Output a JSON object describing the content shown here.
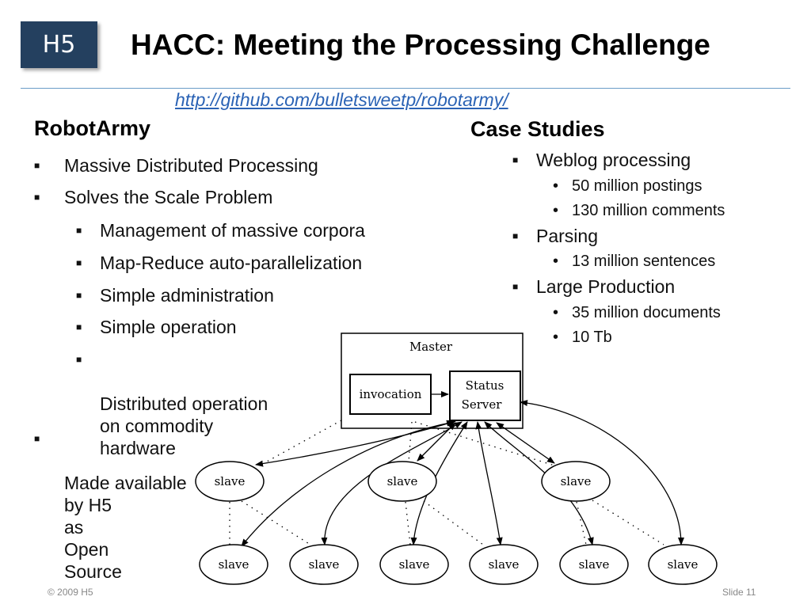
{
  "logo": {
    "text": "H5"
  },
  "title": "HACC: Meeting the Processing Challenge",
  "link": "http://github.com/bulletsweetp/robotarmy/",
  "left": {
    "heading": "RobotArmy",
    "items": [
      "Massive Distributed Processing",
      "Solves the Scale Problem",
      "Made available\nby H5\nas\nOpen\nSource"
    ],
    "subitems": [
      "Management of massive corpora",
      "Map-Reduce auto-parallelization",
      "Simple administration",
      "Simple operation",
      "Distributed operation\non commodity\nhardware"
    ]
  },
  "right": {
    "heading": "Case Studies",
    "cases": [
      {
        "label": "Weblog processing",
        "details": [
          "50 million postings",
          "130 million comments"
        ]
      },
      {
        "label": "Parsing",
        "details": [
          "13 million sentences"
        ]
      },
      {
        "label": "Large Production",
        "details": [
          "35 million documents",
          "10 Tb"
        ]
      }
    ]
  },
  "diagram": {
    "master": "Master",
    "invocation": "invocation",
    "status_line1": "Status",
    "status_line2": "Server",
    "node": "slave"
  },
  "footer": {
    "copyright": "© 2009 H5",
    "slide": "Slide 11"
  }
}
